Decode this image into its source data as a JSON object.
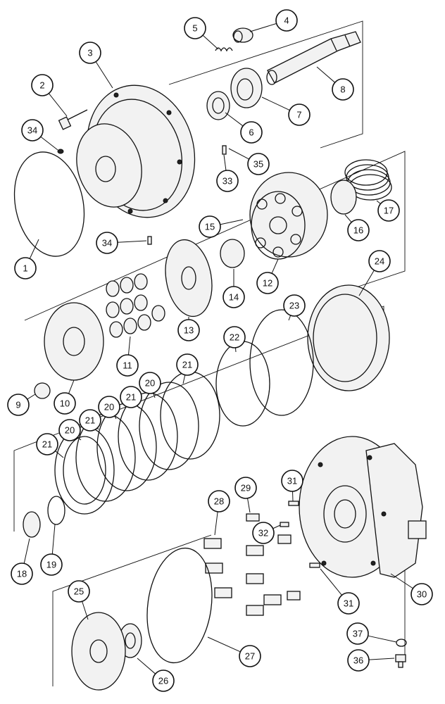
{
  "callouts": [
    {
      "id": "c1",
      "label": "1"
    },
    {
      "id": "c2",
      "label": "2"
    },
    {
      "id": "c3",
      "label": "3"
    },
    {
      "id": "c4",
      "label": "4"
    },
    {
      "id": "c5",
      "label": "5"
    },
    {
      "id": "c6",
      "label": "6"
    },
    {
      "id": "c7",
      "label": "7"
    },
    {
      "id": "c8",
      "label": "8"
    },
    {
      "id": "c9",
      "label": "9"
    },
    {
      "id": "c10",
      "label": "10"
    },
    {
      "id": "c11",
      "label": "11"
    },
    {
      "id": "c12",
      "label": "12"
    },
    {
      "id": "c13",
      "label": "13"
    },
    {
      "id": "c14",
      "label": "14"
    },
    {
      "id": "c15",
      "label": "15"
    },
    {
      "id": "c16",
      "label": "16"
    },
    {
      "id": "c17",
      "label": "17"
    },
    {
      "id": "c18",
      "label": "18"
    },
    {
      "id": "c19",
      "label": "19"
    },
    {
      "id": "c20a",
      "label": "20"
    },
    {
      "id": "c20b",
      "label": "20"
    },
    {
      "id": "c20c",
      "label": "20"
    },
    {
      "id": "c21a",
      "label": "21"
    },
    {
      "id": "c21b",
      "label": "21"
    },
    {
      "id": "c21c",
      "label": "21"
    },
    {
      "id": "c21d",
      "label": "21"
    },
    {
      "id": "c22",
      "label": "22"
    },
    {
      "id": "c23",
      "label": "23"
    },
    {
      "id": "c24",
      "label": "24"
    },
    {
      "id": "c25",
      "label": "25"
    },
    {
      "id": "c26",
      "label": "26"
    },
    {
      "id": "c27",
      "label": "27"
    },
    {
      "id": "c28",
      "label": "28"
    },
    {
      "id": "c29",
      "label": "29"
    },
    {
      "id": "c30",
      "label": "30"
    },
    {
      "id": "c31a",
      "label": "31"
    },
    {
      "id": "c31b",
      "label": "31"
    },
    {
      "id": "c32",
      "label": "32"
    },
    {
      "id": "c33",
      "label": "33"
    },
    {
      "id": "c34a",
      "label": "34"
    },
    {
      "id": "c34b",
      "label": "34"
    },
    {
      "id": "c35",
      "label": "35"
    },
    {
      "id": "c36",
      "label": "36"
    },
    {
      "id": "c37",
      "label": "37"
    }
  ]
}
